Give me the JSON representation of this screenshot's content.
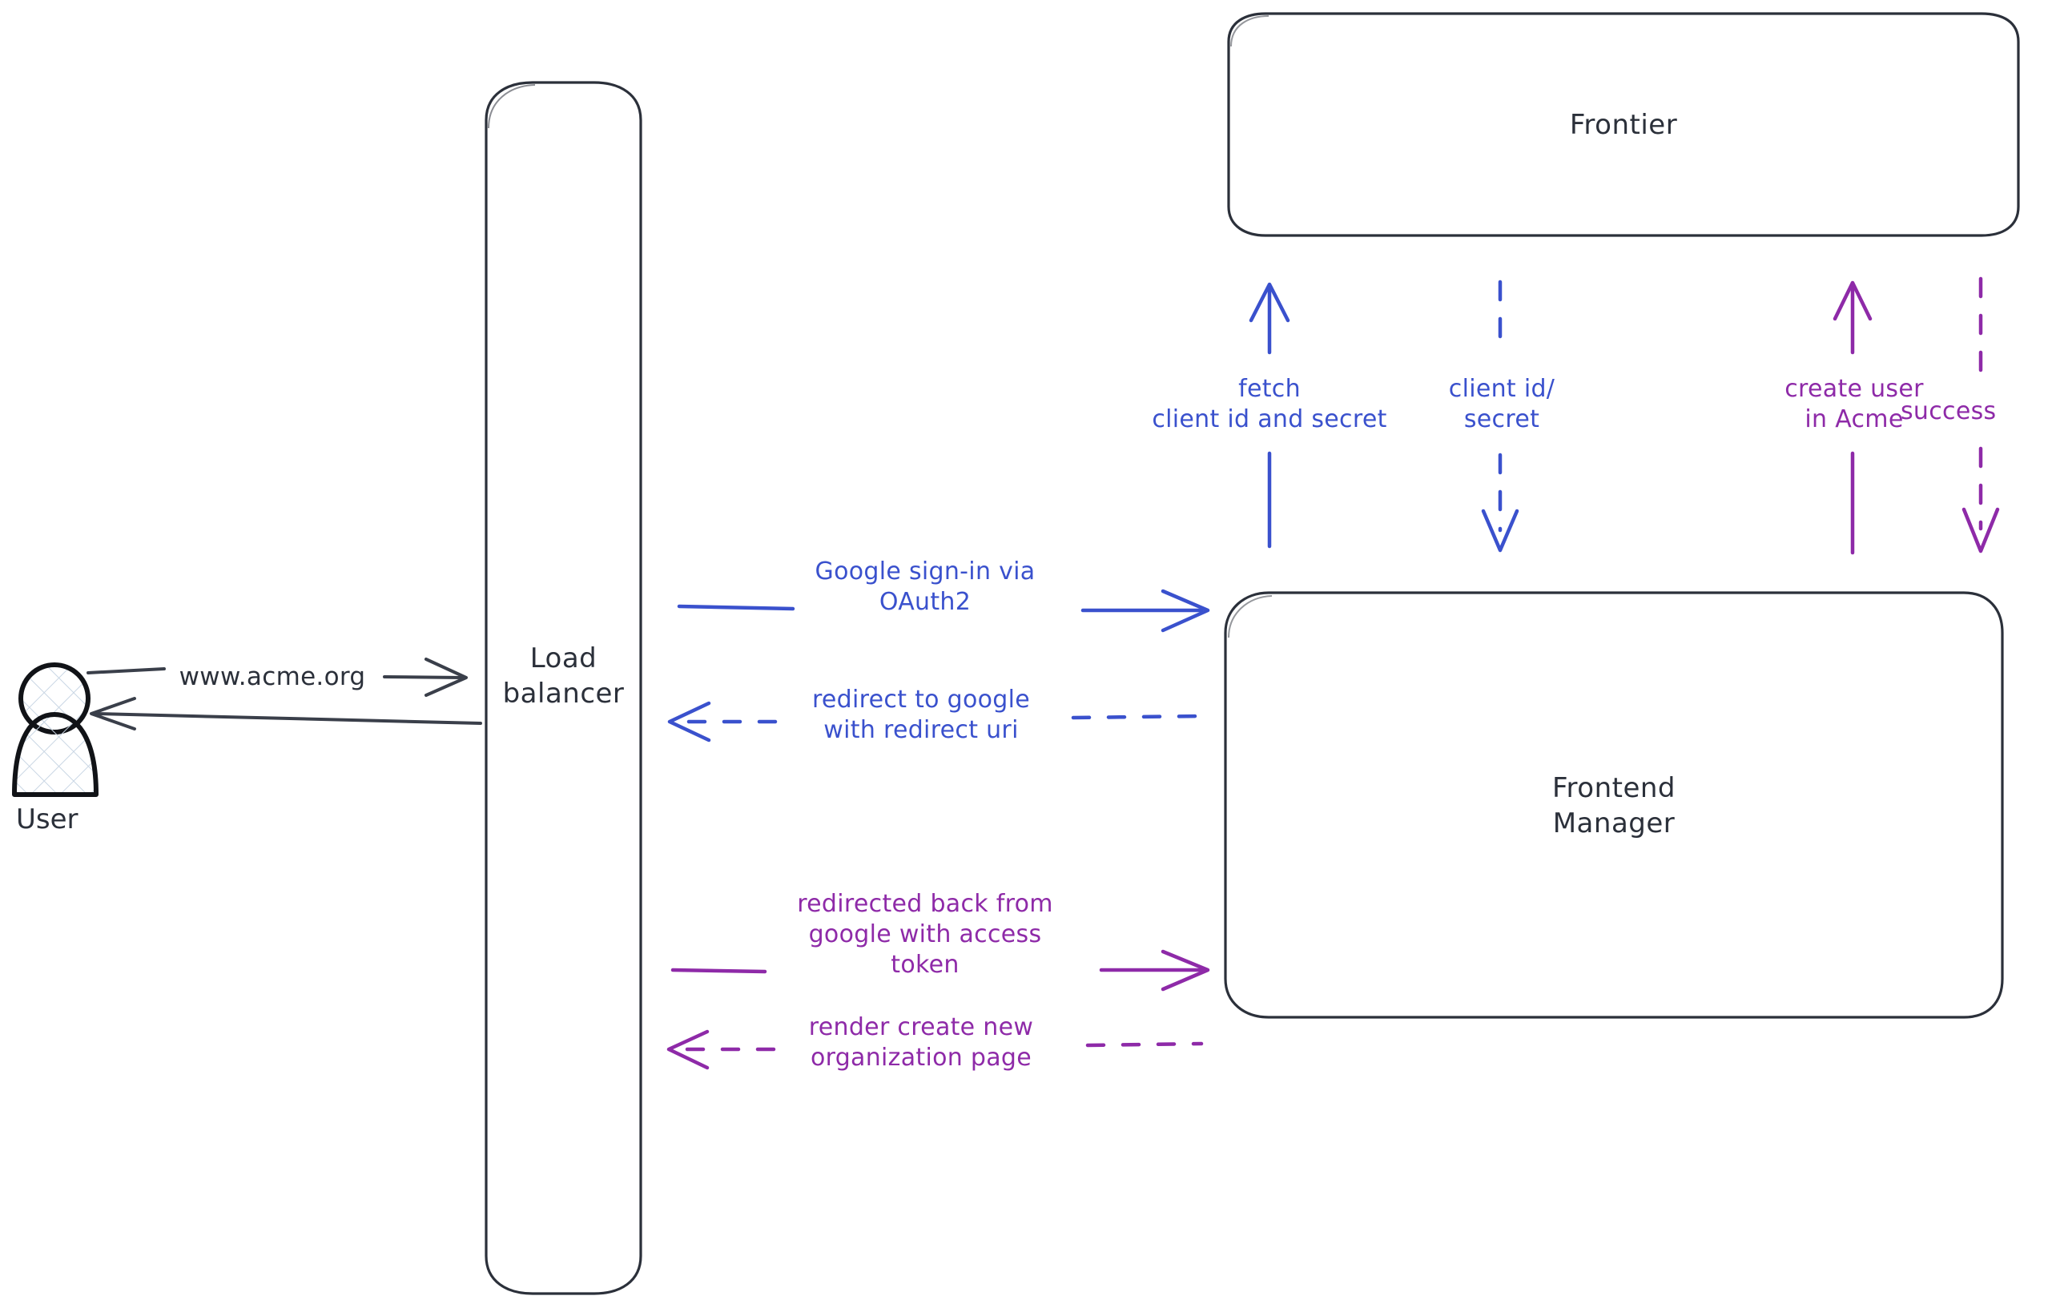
{
  "diagram": {
    "title": "Google OAuth2 sign-in sequence",
    "background": "#ffffff",
    "colors": {
      "stroke_dark": "#2b303a",
      "blue": "#3a51cd",
      "purple": "#8e2aa8",
      "actor_hatch": "#c9d6e4"
    }
  },
  "nodes": [
    {
      "id": "user",
      "label": "User",
      "type": "actor",
      "color": "#2b303a"
    },
    {
      "id": "load_balancer",
      "label": "Load\nbalancer",
      "type": "rounded-rect",
      "color": "#2b303a"
    },
    {
      "id": "frontier",
      "label": "Frontier",
      "type": "rounded-rect",
      "color": "#2b303a"
    },
    {
      "id": "frontend_manager",
      "label": "Frontend\nManager",
      "type": "rounded-rect",
      "color": "#2b303a"
    }
  ],
  "edges": [
    {
      "id": "user-to-lb",
      "label": "www.acme.org",
      "from": "user",
      "to": "load_balancer",
      "direction": "right",
      "style": "solid",
      "color": "#2b303a"
    },
    {
      "id": "lb-to-user",
      "label": "",
      "from": "load_balancer",
      "to": "user",
      "direction": "left",
      "style": "solid",
      "color": "#2b303a"
    },
    {
      "id": "fetch-client-id",
      "label": "fetch\nclient id and secret",
      "from": "frontend_manager",
      "to": "frontier",
      "direction": "up",
      "style": "solid",
      "color": "#3a51cd"
    },
    {
      "id": "client-id-secret",
      "label": "client id/\nsecret",
      "from": "frontier",
      "to": "frontend_manager",
      "direction": "down",
      "style": "dashed",
      "color": "#3a51cd"
    },
    {
      "id": "create-user",
      "label": "create user\nin Acme",
      "from": "frontend_manager",
      "to": "frontier",
      "direction": "up",
      "style": "solid",
      "color": "#8e2aa8"
    },
    {
      "id": "success",
      "label": "success",
      "from": "frontier",
      "to": "frontend_manager",
      "direction": "down",
      "style": "dashed",
      "color": "#8e2aa8"
    },
    {
      "id": "google-signin",
      "label": "Google sign-in via\nOAuth2",
      "from": "load_balancer",
      "to": "frontend_manager",
      "direction": "right",
      "style": "solid",
      "color": "#3a51cd"
    },
    {
      "id": "redirect-to-google",
      "label": "redirect to google\nwith redirect uri",
      "from": "frontend_manager",
      "to": "load_balancer",
      "direction": "left",
      "style": "dashed",
      "color": "#3a51cd"
    },
    {
      "id": "redirected-back",
      "label": "redirected back from\ngoogle with access\ntoken",
      "from": "load_balancer",
      "to": "frontend_manager",
      "direction": "right",
      "style": "solid",
      "color": "#8e2aa8"
    },
    {
      "id": "render-create-org",
      "label": "render create new\norganization page",
      "from": "frontend_manager",
      "to": "load_balancer",
      "direction": "left",
      "style": "dashed",
      "color": "#8e2aa8"
    }
  ]
}
